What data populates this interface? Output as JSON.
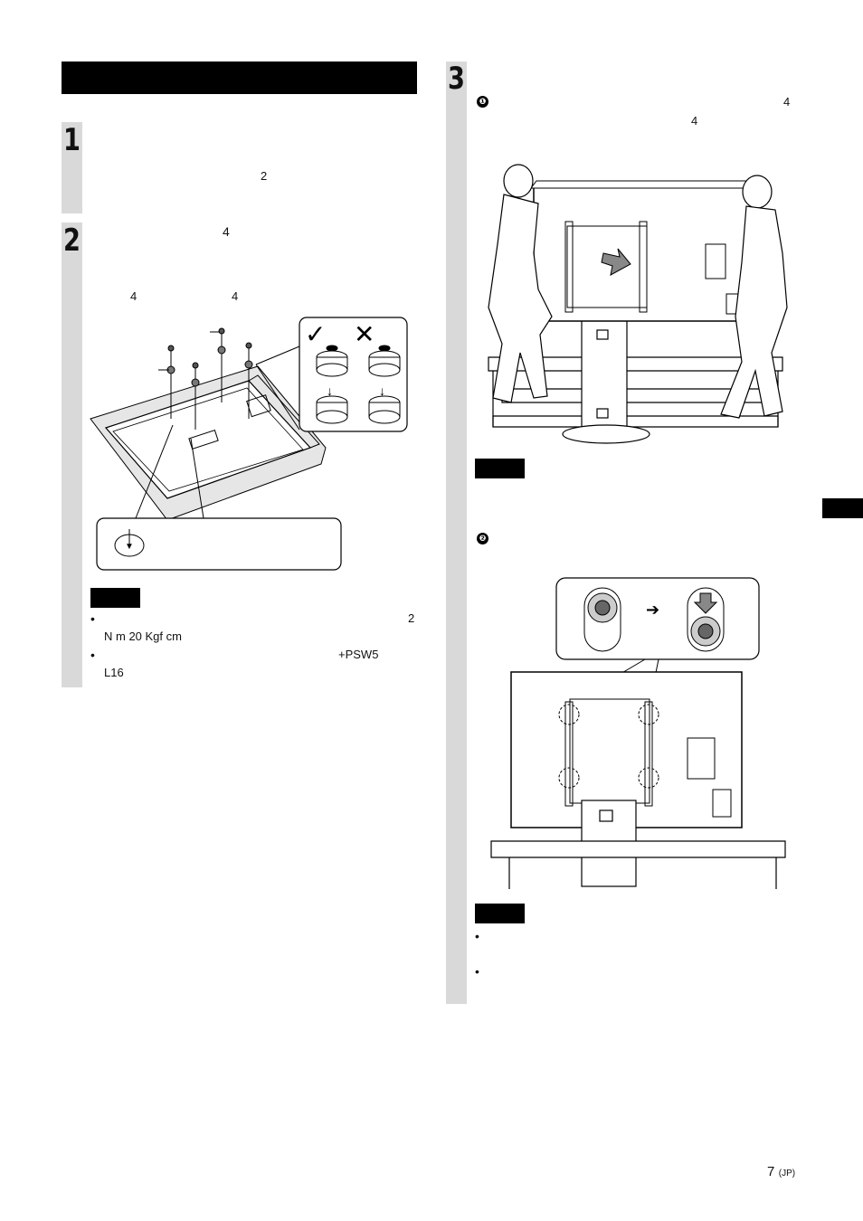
{
  "steps": {
    "s1": "1",
    "s2": "2",
    "s3": "3"
  },
  "step1": {
    "num_2": "2"
  },
  "step2": {
    "num_4_top": "4",
    "num_4_a": "4",
    "num_4_b": "4",
    "notes": {
      "b1_end": "2",
      "b1_line2": "N m  20 Kgf  cm",
      "b2_end": "+PSW5",
      "b2_line2": "L16"
    }
  },
  "step3": {
    "sub1": "❶",
    "sub1_num_a": "4",
    "sub1_num_b": "4",
    "sub2": "❷"
  },
  "footer": {
    "page_num": "7",
    "page_suffix": "(JP)"
  }
}
